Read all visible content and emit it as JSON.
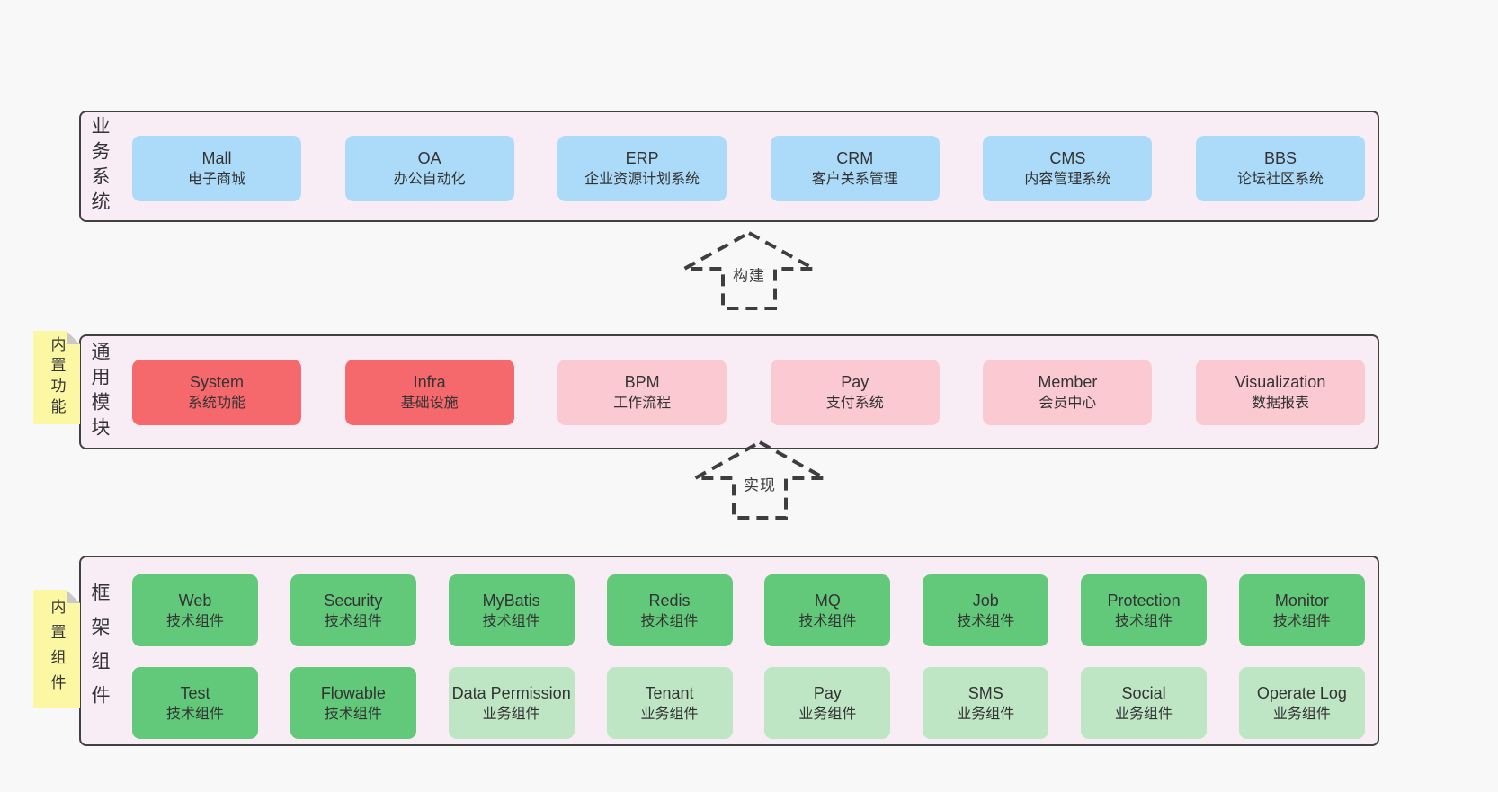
{
  "palette": {
    "page_bg": "#f8f8f8",
    "panel_bg": "#f8edf5",
    "panel_border": "#414141",
    "blue_box": "#abdbf9",
    "red_box": "#f5696d",
    "pink_box": "#fbc9d2",
    "green_box": "#62c97b",
    "light_green_box": "#bfe6c4",
    "note_yellow": "#fbf7a3",
    "note_fold_gray": "#c9c9c9",
    "text": "#333333"
  },
  "arrows": {
    "build": {
      "label": "构建"
    },
    "implement": {
      "label": "实现"
    }
  },
  "layers": {
    "business": {
      "label": "业务系统",
      "boxes": [
        {
          "name": "Mall",
          "desc": "电子商城"
        },
        {
          "name": "OA",
          "desc": "办公自动化"
        },
        {
          "name": "ERP",
          "desc": "企业资源计划系统"
        },
        {
          "name": "CRM",
          "desc": "客户关系管理"
        },
        {
          "name": "CMS",
          "desc": "内容管理系统"
        },
        {
          "name": "BBS",
          "desc": "论坛社区系统"
        }
      ]
    },
    "modules": {
      "label": "通用模块",
      "note": "内置功能",
      "boxes": [
        {
          "name": "System",
          "desc": "系统功能"
        },
        {
          "name": "Infra",
          "desc": "基础设施"
        },
        {
          "name": "BPM",
          "desc": "工作流程"
        },
        {
          "name": "Pay",
          "desc": "支付系统"
        },
        {
          "name": "Member",
          "desc": "会员中心"
        },
        {
          "name": "Visualization",
          "desc": "数据报表"
        }
      ]
    },
    "components": {
      "label": "框架组件",
      "note": "内置组件",
      "rows": [
        [
          {
            "name": "Web",
            "desc": "技术组件"
          },
          {
            "name": "Security",
            "desc": "技术组件"
          },
          {
            "name": "MyBatis",
            "desc": "技术组件"
          },
          {
            "name": "Redis",
            "desc": "技术组件"
          },
          {
            "name": "MQ",
            "desc": "技术组件"
          },
          {
            "name": "Job",
            "desc": "技术组件"
          },
          {
            "name": "Protection",
            "desc": "技术组件"
          },
          {
            "name": "Monitor",
            "desc": "技术组件"
          }
        ],
        [
          {
            "name": "Test",
            "desc": "技术组件"
          },
          {
            "name": "Flowable",
            "desc": "技术组件"
          },
          {
            "name": "Data Permission",
            "desc": "业务组件"
          },
          {
            "name": "Tenant",
            "desc": "业务组件"
          },
          {
            "name": "Pay",
            "desc": "业务组件"
          },
          {
            "name": "SMS",
            "desc": "业务组件"
          },
          {
            "name": "Social",
            "desc": "业务组件"
          },
          {
            "name": "Operate Log",
            "desc": "业务组件"
          }
        ]
      ]
    }
  }
}
